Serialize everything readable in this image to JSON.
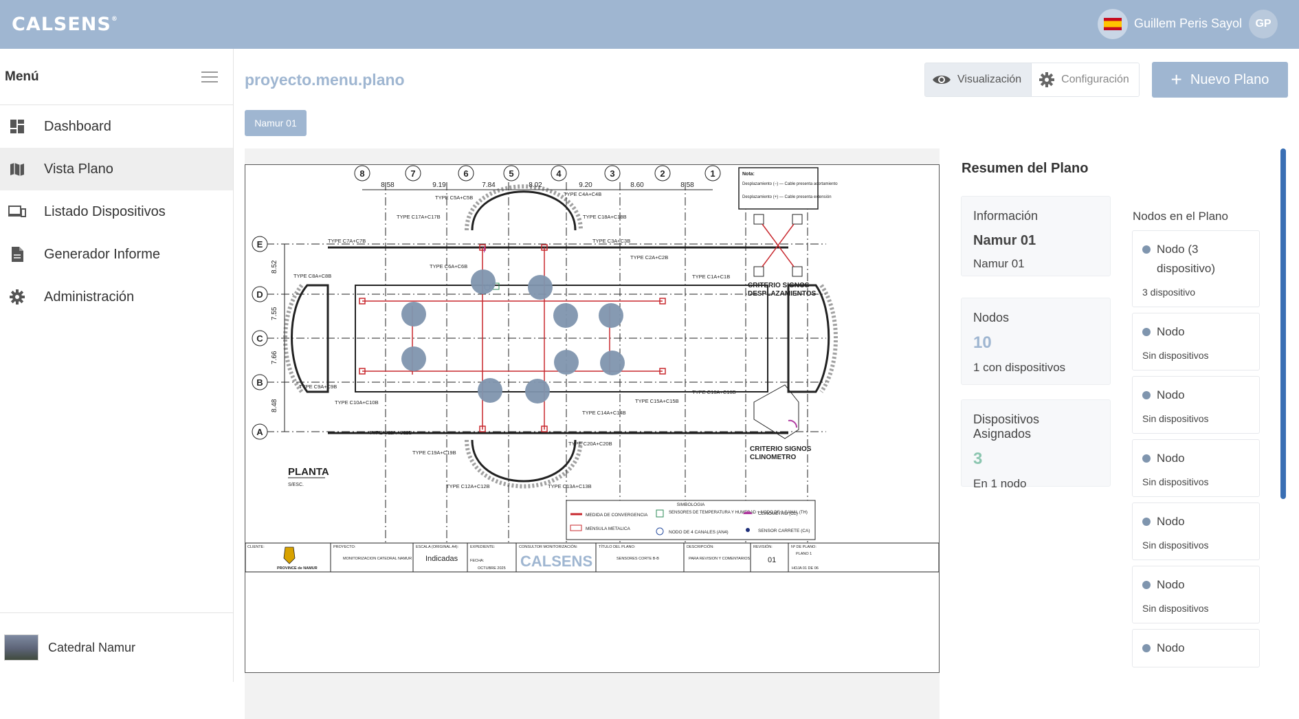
{
  "app": {
    "logo": "CALSENS",
    "trademark": "®"
  },
  "user": {
    "name": "Guillem Peris Sayol",
    "initials": "GP",
    "flag": "es"
  },
  "sidebar": {
    "title": "Menú",
    "items": [
      {
        "label": "Dashboard",
        "icon": "dashboard-icon",
        "active": false
      },
      {
        "label": "Vista Plano",
        "icon": "map-icon",
        "active": true
      },
      {
        "label": "Listado Dispositivos",
        "icon": "devices-icon",
        "active": false
      },
      {
        "label": "Generador Informe",
        "icon": "document-icon",
        "active": false
      },
      {
        "label": "Administración",
        "icon": "gear-icon",
        "active": false
      }
    ],
    "footer": {
      "label": "Catedral Namur"
    }
  },
  "main": {
    "title": "proyecto.menu.plano",
    "view_toggle": {
      "visualizacion": "Visualización",
      "configuracion": "Configuración"
    },
    "new_button": "Nuevo Plano",
    "tabs": [
      {
        "label": "Namur 01"
      }
    ]
  },
  "plan": {
    "title_block": {
      "cliente_label": "CLIENTE:",
      "proyecto_label": "PROYECTO:",
      "proyecto": "MONITORIZACION CATEDRAL NAMUR",
      "escala_label": "ESCALA (ORIGINAL A4):",
      "escala": "Indicadas",
      "expediente_label": "EXPEDIENTE:",
      "fecha_label": "FECHA:",
      "fecha": "OCTUBRE 2025",
      "consultor_label": "CONSULTOR MONITORIZACIÓN:",
      "consultor": "CALSENS",
      "titulo_label": "TÍTULO DEL PLANO:",
      "titulo": "SENSORES CORTE B-B",
      "descripcion_label": "DESCRIPCIÓN:",
      "descripcion": "PARA REVISION Y COMENTARIOS",
      "revision_label": "REVISIÓN:",
      "revision": "01",
      "n_plano_label": "Nº DE PLANO:",
      "n_plano": "PLANO 1",
      "hoja": "HOJA 01 DE 06",
      "province": "PROVINCE de NAMUR"
    },
    "labels": {
      "planta": "PLANTA",
      "escala": "S/ESC.",
      "criterio_desp": "CRITERIO SIGNOS DESPLAZAMIENTOS",
      "criterio_clino": "CRITERIO SIGNOS CLINOMETRO",
      "nota_title": "Nota:",
      "nota_1": "Desplazamiento (−) — Cable presenta acortamiento",
      "nota_2": "Desplazamiento (+) — Cable presenta extensión",
      "simbologia": "SIMBOLOGIA",
      "leg_conv": "MEDIDA DE CONVERGENCIA",
      "leg_temp": "SENSORES DE TEMPERATURA Y HUMEDAD + NODO DE 1 CANAL (TH)",
      "leg_clino": "CLINOMETRO (CL)",
      "leg_mensula": "MENSULA METALICA",
      "leg_nodo4": "NODO DE 4 CANALES (AN4)",
      "leg_carrete": "SENSOR CARRETE (CA)"
    },
    "axes_top": [
      "8",
      "7",
      "6",
      "5",
      "4",
      "3",
      "2",
      "1"
    ],
    "dims_top": [
      "8.58",
      "9.19",
      "7.84",
      "8.02",
      "9.20",
      "8.60",
      "8.58"
    ],
    "axes_left": [
      "E",
      "D",
      "C",
      "B",
      "A"
    ],
    "dims_left": [
      "8.52",
      "7.55",
      "7.66",
      "8.48"
    ],
    "types": [
      "TYPE C5A+C5B",
      "TYPE C4A+C4B",
      "TYPE C17A+C17B",
      "TYPE C18A+C18B",
      "TYPE C7A+C7B",
      "TYPE C3A+C3B",
      "TYPE C6A+C6B",
      "TYPE C2A+C2B",
      "TYPE C8A+C8B",
      "TYPE C1A+C1B",
      "TYPE C9A+C9B",
      "TYPE C16A+C16B",
      "TYPE C10A+C10B",
      "TYPE C15A+C15B",
      "TYPE C11A+C11B",
      "TYPE C14A+C14B",
      "TYPE C19A+C19B",
      "TYPE C20A+C20B",
      "TYPE C12A+C12B",
      "TYPE C13A+C13B"
    ]
  },
  "summary": {
    "title": "Resumen del Plano",
    "info": {
      "label": "Información",
      "name": "Namur 01",
      "sub": "Namur 01"
    },
    "nodes": {
      "label": "Nodos",
      "value": "10",
      "sub": "1 con dispositivos"
    },
    "devices": {
      "label": "Dispositivos Asignados",
      "value": "3",
      "sub": "En 1 nodo"
    },
    "nodes_title": "Nodos en el Plano",
    "node_list": [
      {
        "name": "Nodo (3 dispositivo)",
        "sub": "3 dispositivo"
      },
      {
        "name": "Nodo",
        "sub": "Sin dispositivos"
      },
      {
        "name": "Nodo",
        "sub": "Sin dispositivos"
      },
      {
        "name": "Nodo",
        "sub": "Sin dispositivos"
      },
      {
        "name": "Nodo",
        "sub": "Sin dispositivos"
      },
      {
        "name": "Nodo",
        "sub": "Sin dispositivos"
      },
      {
        "name": "Nodo",
        "sub": ""
      }
    ]
  },
  "colors": {
    "brand": "#9fb6d1",
    "marker": "#7f95ae",
    "node_count": "#9fb6d1",
    "device_count": "#8cc6b0",
    "scroll": "#3a6fb4"
  }
}
